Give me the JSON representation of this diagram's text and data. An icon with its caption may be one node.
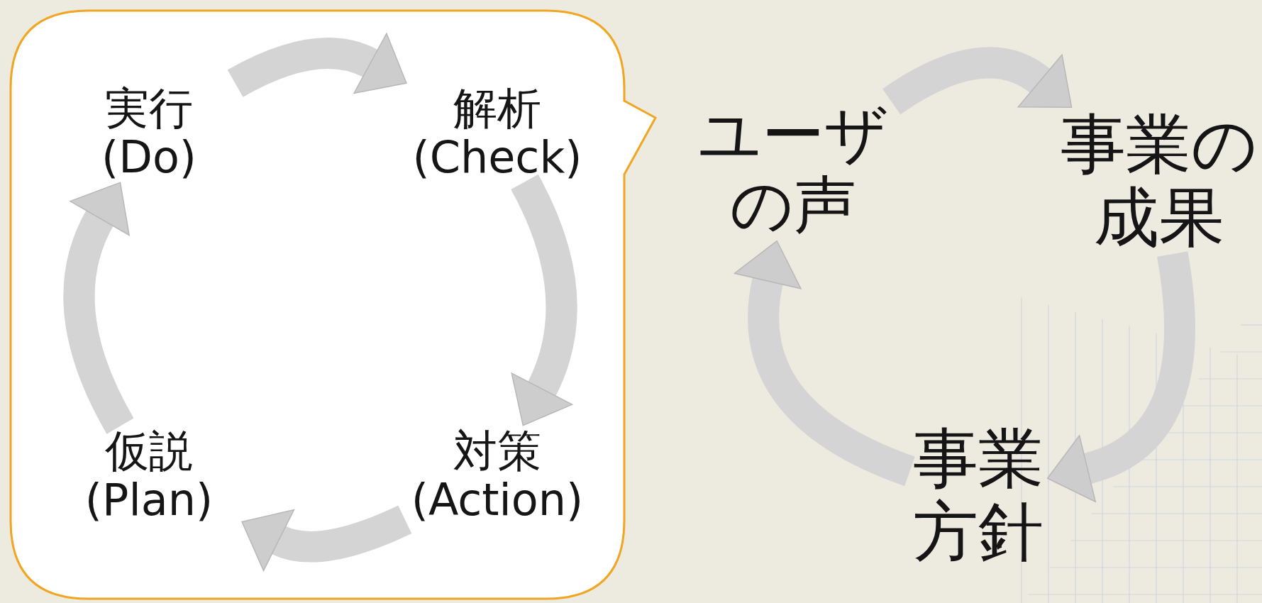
{
  "diagram": {
    "nodes": [
      {
        "text": [],
        "shape": "box"
      },
      {
        "text": [
          "実行 (Do)"
        ],
        "in": 0
      },
      {
        "text": [
          "解析 (Check)"
        ],
        "in": 0
      },
      {
        "text": [
          "対策 (Action)"
        ],
        "in": 0
      },
      {
        "text": [
          "仮説 (Plan)"
        ],
        "in": 0
      },
      {
        "text": [
          "ユーザの声"
        ]
      },
      {
        "text": [
          "事業の成果"
        ]
      },
      {
        "text": [
          "事業方針"
        ]
      }
    ],
    "edges": [
      {
        "from": 1,
        "to": 2,
        "arrow": "to"
      },
      {
        "from": 2,
        "to": 3,
        "arrow": "to"
      },
      {
        "from": 3,
        "to": 4,
        "arrow": "to"
      },
      {
        "from": 4,
        "to": 1,
        "arrow": "to"
      },
      {
        "from": 5,
        "to": 6,
        "arrow": "to"
      },
      {
        "from": 6,
        "to": 7,
        "arrow": "to"
      },
      {
        "from": 7,
        "to": 5,
        "arrow": "to"
      }
    ]
  }
}
